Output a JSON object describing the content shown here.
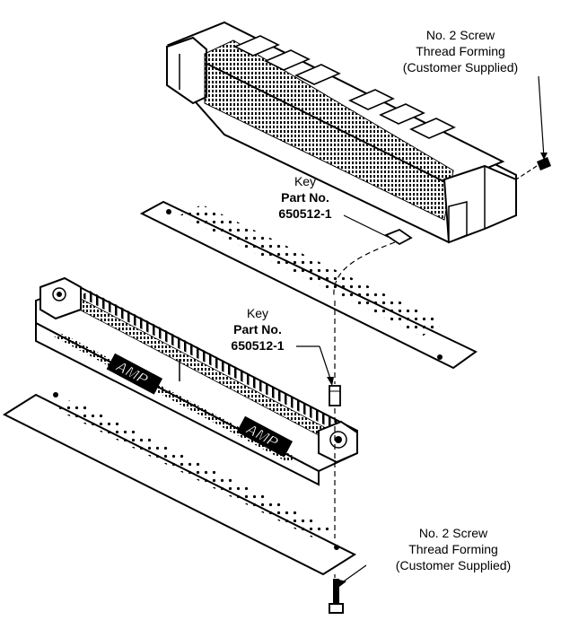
{
  "callouts": {
    "screw_top": {
      "line1": "No. 2 Screw",
      "line2": "Thread Forming",
      "line3": "(Customer Supplied)"
    },
    "key_top": {
      "line1": "Key",
      "line2": "Part No.",
      "line3": "650512-1"
    },
    "key_bottom": {
      "line1": "Key",
      "line2": "Part No.",
      "line3": "650512-1"
    },
    "screw_bottom": {
      "line1": "No. 2 Screw",
      "line2": "Thread Forming",
      "line3": "(Customer Supplied)"
    }
  },
  "markings": {
    "brand_left": "AMP",
    "brand_right": "AMP"
  }
}
